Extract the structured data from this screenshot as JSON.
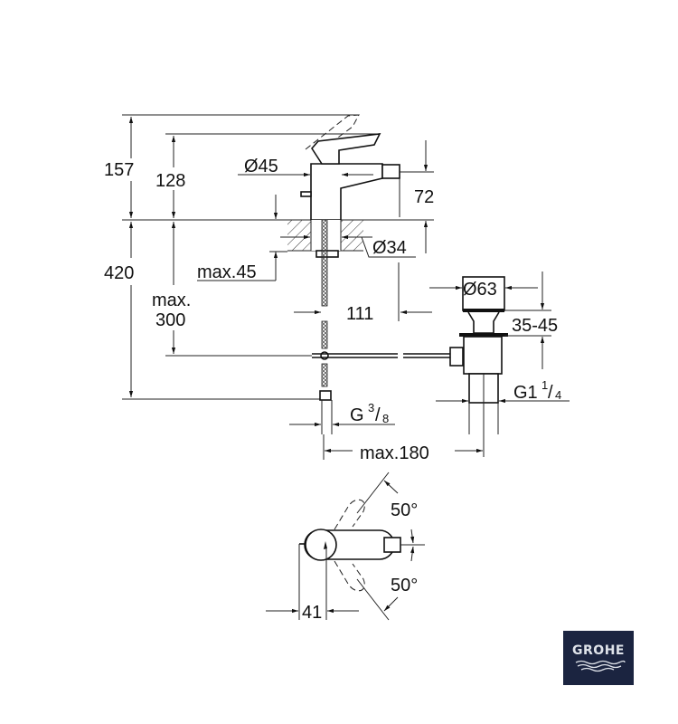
{
  "drawing": {
    "dimensions": {
      "height_total": "157",
      "height_spout": "128",
      "body_diameter": "Ø45",
      "spout_height": "72",
      "hole_diameter": "Ø34",
      "deck_thickness": "max.45",
      "below_deck": "420",
      "rod_depth_label": "max.",
      "rod_depth_value": "300",
      "spout_offset": "111",
      "waste_diameter": "Ø63",
      "waste_range": "35-45",
      "waste_thread": "G1",
      "waste_thread_num": "1",
      "waste_thread_den": "4",
      "supply_thread": "G",
      "supply_thread_num": "3",
      "supply_thread_den": "8",
      "rod_length": "max.180",
      "angle_up": "50°",
      "angle_down": "50°",
      "lever_offset": "41"
    }
  },
  "brand": {
    "logo_text": "GROHE",
    "color": "#1b2440"
  }
}
